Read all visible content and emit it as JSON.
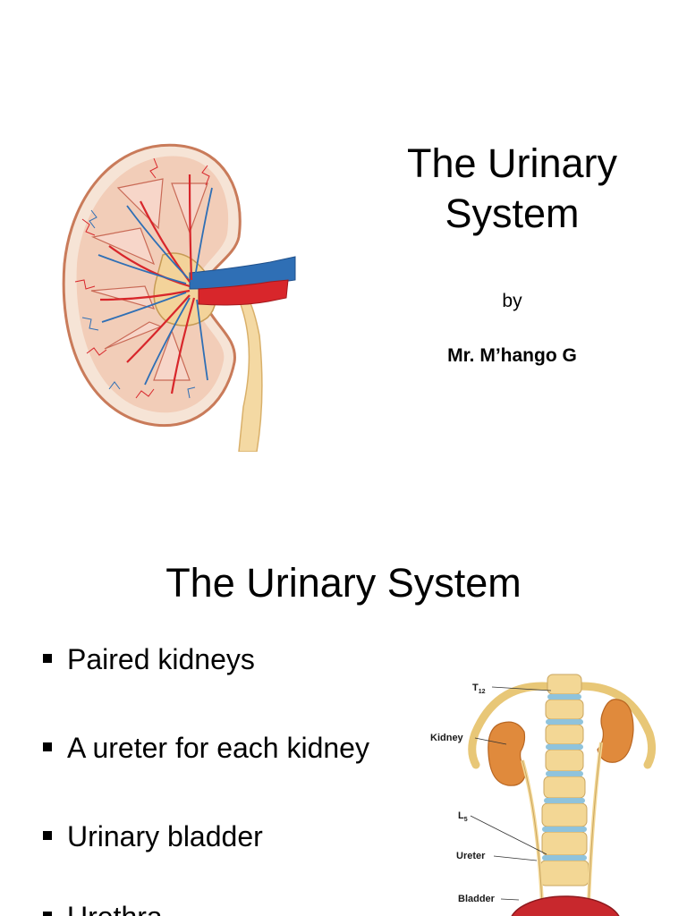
{
  "slide1": {
    "title_line1": "The Urinary",
    "title_line2": "System",
    "by": "by",
    "author": "Mr. M’hango G"
  },
  "slide2": {
    "title": "The Urinary System",
    "bullets": [
      "Paired kidneys",
      "A ureter for each kidney",
      "Urinary bladder",
      "Urethra"
    ],
    "diagram_labels": {
      "t12_main": "T",
      "t12_sub": "12",
      "kidney": "Kidney",
      "l5_main": "L",
      "l5_sub": "5",
      "ureter": "Ureter",
      "bladder": "Bladder"
    }
  },
  "colors": {
    "background": "#ffffff",
    "text": "#000000",
    "artery_red": "#d8262b",
    "vein_blue": "#2f6fb5",
    "kidney_orange": "#e08a3c",
    "bone": "#f3d795"
  }
}
